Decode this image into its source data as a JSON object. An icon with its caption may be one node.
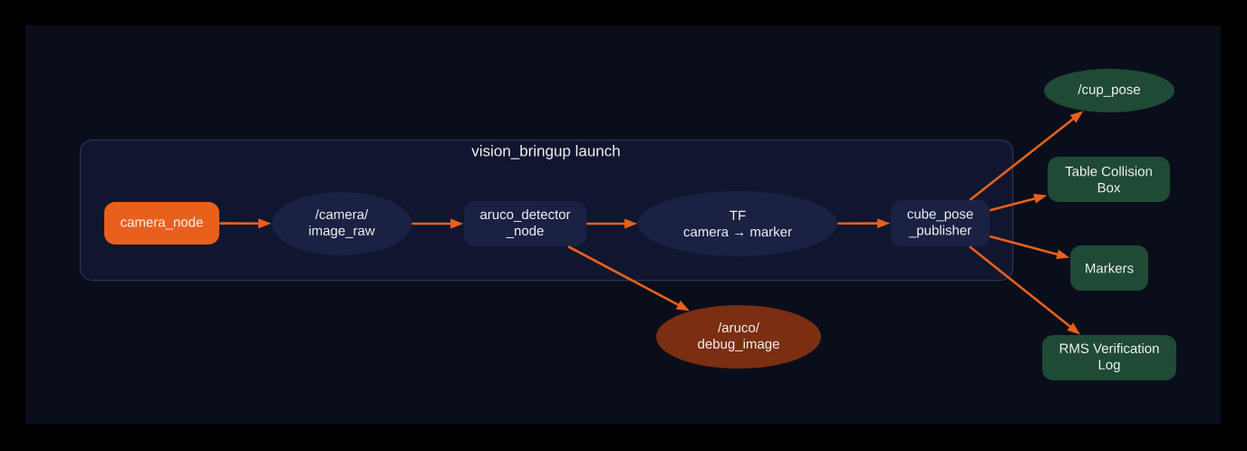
{
  "diagram": {
    "nodes": [
      {
        "text": [
          "vision_bringup launch"
        ]
      },
      {
        "text": [
          "camera_node"
        ],
        "in": 0
      },
      {
        "text": [
          "/camera/ image_raw"
        ],
        "in": 0
      },
      {
        "text": [
          "aruco_detector _node"
        ],
        "in": 0
      },
      {
        "text": [
          "TF",
          "camera → marker"
        ],
        "in": 0
      },
      {
        "text": [
          "cube_pose _publisher"
        ],
        "in": 0
      },
      {
        "text": [
          "/aruco/ debug_image"
        ]
      },
      {
        "text": [
          "/cup_pose"
        ]
      },
      {
        "text": [
          "Table Collision Box"
        ]
      },
      {
        "text": [
          "Markers"
        ]
      },
      {
        "text": [
          "RMS Verification Log"
        ]
      }
    ],
    "edges": [
      {
        "from": 1,
        "to": 2,
        "arrow": "to"
      },
      {
        "from": 2,
        "to": 3,
        "arrow": "to"
      },
      {
        "from": 3,
        "to": 4,
        "arrow": "to"
      },
      {
        "from": 4,
        "to": 5,
        "arrow": "to"
      },
      {
        "from": 3,
        "to": 6,
        "arrow": "to"
      },
      {
        "from": 5,
        "to": 7,
        "arrow": "to"
      },
      {
        "from": 5,
        "to": 8,
        "arrow": "to"
      },
      {
        "from": 5,
        "to": 9,
        "arrow": "to"
      },
      {
        "from": 5,
        "to": 10,
        "arrow": "to"
      }
    ]
  }
}
